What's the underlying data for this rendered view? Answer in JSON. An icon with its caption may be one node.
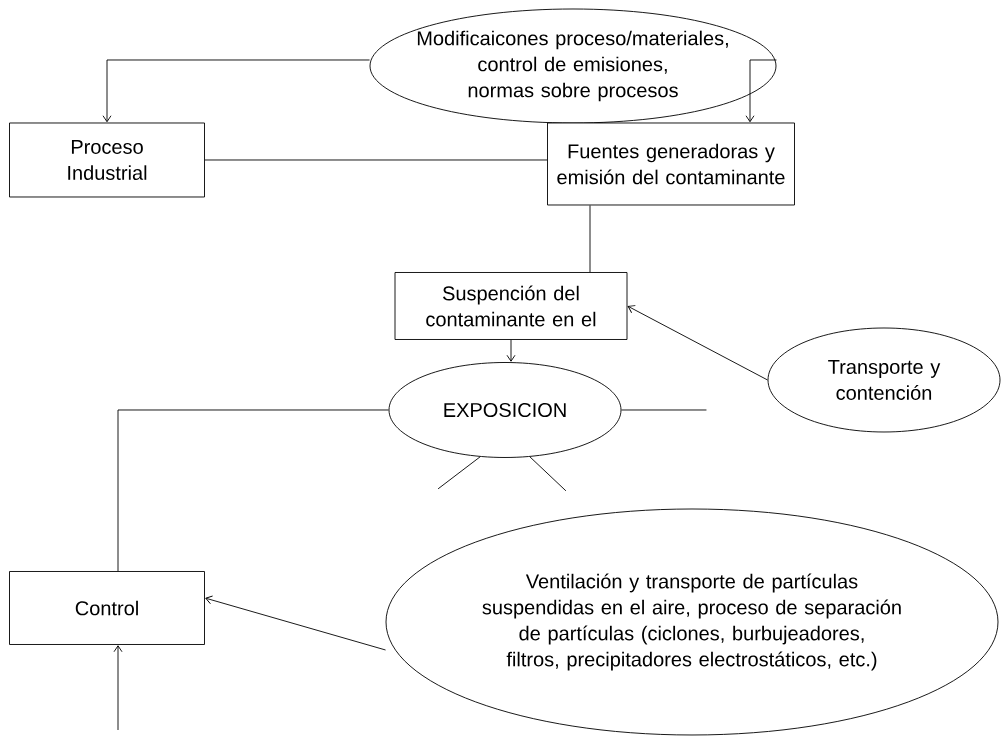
{
  "diagram": {
    "nodes": [
      {
        "text": [
          "Modificaicones proceso/materiales, control de emisiones, normas sobre procesos"
        ]
      },
      {
        "text": [
          "Proceso Industrial"
        ]
      },
      {
        "text": [
          "Fuentes generadoras y emisión del contaminante"
        ]
      },
      {
        "text": [
          "Suspención del contaminante en el"
        ]
      },
      {
        "text": [
          "Transporte y contención"
        ]
      },
      {
        "text": [
          "EXPOSICION"
        ]
      },
      {
        "text": [
          "Control"
        ]
      },
      {
        "text": [
          "Ventilación y transporte de partículas suspendidas en el aire, proceso de separación de partículas (ciclones, burbujeadores, filtros, precipitadores electrostáticos, etc.)"
        ]
      }
    ],
    "edges": [
      {
        "from": 0,
        "to": 1,
        "arrow": "to"
      },
      {
        "from": 0,
        "to": 2,
        "arrow": "to"
      },
      {
        "from": 1,
        "to": 2,
        "arrow": "none"
      },
      {
        "from": 2,
        "to": 3,
        "arrow": "none"
      },
      {
        "from": 4,
        "to": 3,
        "arrow": "to"
      },
      {
        "from": 3,
        "to": 5,
        "arrow": "to"
      },
      {
        "from": 5,
        "to": 6,
        "arrow": "none"
      },
      {
        "from": 7,
        "to": 6,
        "arrow": "to"
      },
      {
        "from": null,
        "to": 6,
        "arrow": "to"
      },
      {
        "from": 5,
        "to": null,
        "arrow": "none"
      },
      {
        "from": 5,
        "to": null,
        "arrow": "none"
      },
      {
        "from": 5,
        "to": null,
        "arrow": "none"
      }
    ]
  }
}
